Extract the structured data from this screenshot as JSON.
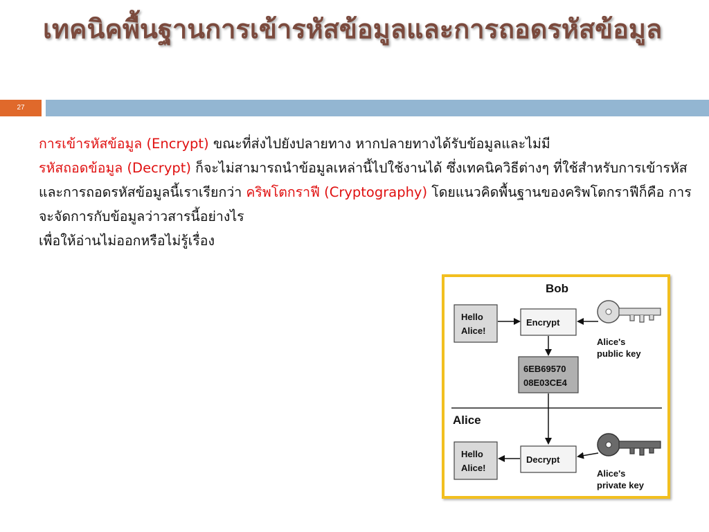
{
  "slide": {
    "title": "เทคนิคพื้นฐานการเข้ารหัสข้อมูลและการถอดรหัสข้อมูล",
    "page_number": "27"
  },
  "body": {
    "term_encrypt": "การเข้ารหัสข้อมูล (Encrypt)",
    "text_1": " ขณะที่ส่งไปยังปลายทาง หากปลายทางได้รับข้อมูลและไม่มี",
    "term_decrypt": "รหัสถอดข้อมูล (Decrypt)",
    "text_2": " ก็จะไม่สามารถนำข้อมูลเหล่านี้ไปใช้งานได้ ซึ่งเทคนิควิธีต่างๆ ที่ใช้สำหรับการเข้ารหัสและการถอดรหัสข้อมูลนี้เราเรียกว่า ",
    "term_crypto": "คริพโตกราฟี (Cryptography)",
    "text_3": " โดยแนวคิดพื้นฐานของคริพโตกราฟีก็คือ การจะจัดการกับข้อมูลว่าวสารนี้อย่างไร",
    "text_4": "เพื่อให้อ่านไม่ออกหรือไม่รู้เรื่อง"
  },
  "diagram": {
    "bob_label": "Bob",
    "alice_label": "Alice",
    "hello_top_1": "Hello",
    "hello_top_2": "Alice!",
    "encrypt_label": "Encrypt",
    "cipher_1": "6EB69570",
    "cipher_2": "08E03CE4",
    "decrypt_label": "Decrypt",
    "hello_bottom_1": "Hello",
    "hello_bottom_2": "Alice!",
    "public_key_1": "Alice's",
    "public_key_2": "public key",
    "private_key_1": "Alice's",
    "private_key_2": "private key"
  },
  "colors": {
    "title": "#7b4a3d",
    "page_tab": "#e0692b",
    "header_bar": "#93b6d2",
    "highlight": "#e01010",
    "figure_border": "#f2bf1f"
  }
}
